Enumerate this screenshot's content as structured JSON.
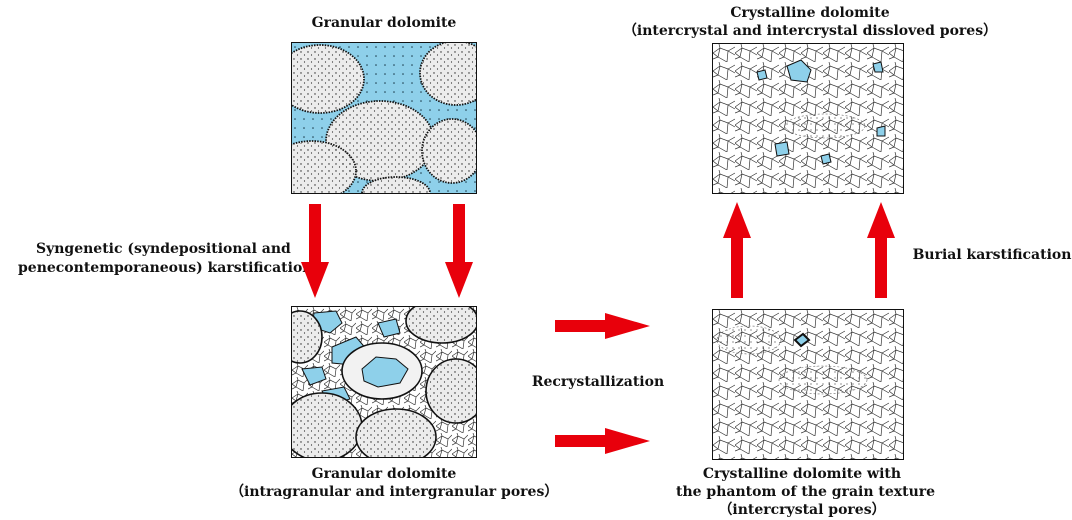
{
  "labels": {
    "top_left_title": "Granular dolomite",
    "top_right_title_line1": "Crystalline dolomite",
    "top_right_title_line2": "（intercrystal and intercrystal dissloved pores）",
    "left_process_line1": "Syngenetic (syndepositional and",
    "left_process_line2": "penecontemporaneous) karstification",
    "middle_process": "Recrystallization",
    "right_process": "Burial karstification",
    "bottom_left_title_line1": "Granular dolomite",
    "bottom_left_title_line2": "（intragranular and intergranular pores）",
    "bottom_right_title_line1": "Crystalline dolomite with",
    "bottom_right_title_line2": "the phantom of the grain texture",
    "bottom_right_title_line3": "（intercrystal pores）"
  },
  "colors": {
    "pore_blue": "#8ed0ea",
    "arrow_red": "#e8000b",
    "outline": "#111111"
  }
}
